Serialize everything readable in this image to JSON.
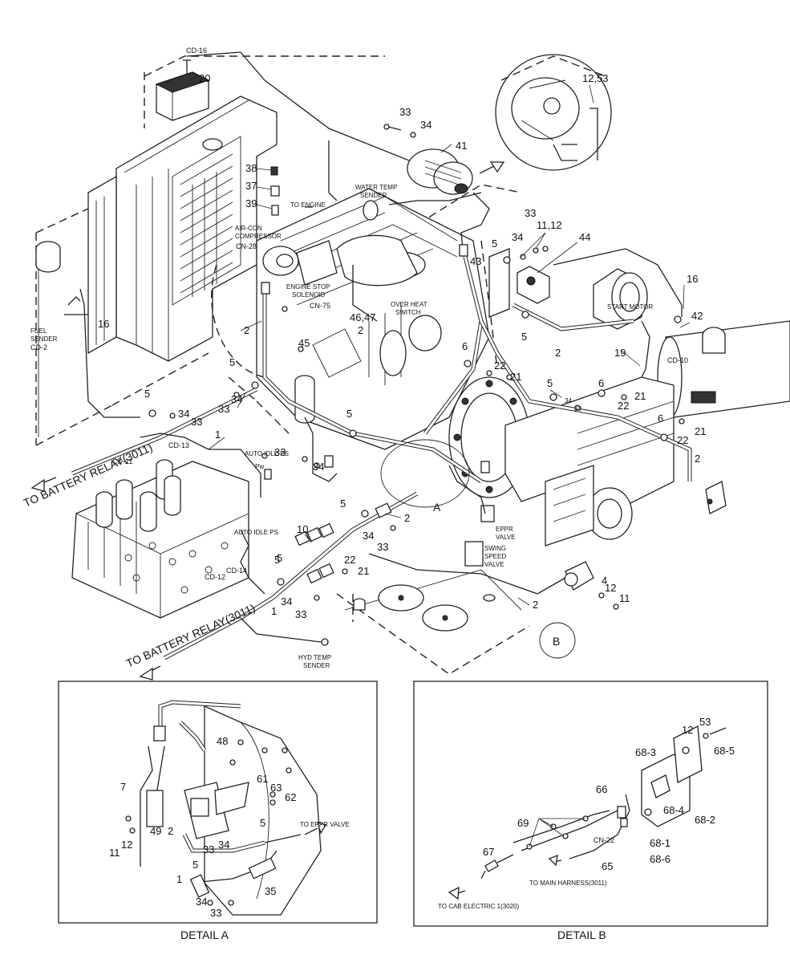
{
  "diagram": {
    "connectors": {
      "cd16": "CD-16",
      "cn28": "CN-28",
      "cn75": "CN-75",
      "cd2": "CD-2",
      "cd10": "CD-10",
      "cd13": "CD-13",
      "cd11": "CD-11",
      "cd12": "CD-12",
      "cd14": "CD-14",
      "cn22": "CN-22"
    },
    "labels": {
      "water_temp_sender_1": "WATER TEMP",
      "water_temp_sender_2": "SENDER",
      "to_engine": "TO ENGINE",
      "aircon_1": "AIR-CON",
      "aircon_2": "COMPRESSOR",
      "engine_stop_1": "ENGINE STOP",
      "engine_stop_2": "SOLENOID",
      "over_heat_1": "OVER HEAT",
      "over_heat_2": "SWITCH",
      "fuel_sender_1": "FUEL",
      "fuel_sender_2": "SENDER",
      "start_motor": "START MOTOR",
      "eppr_1": "EPPR",
      "eppr_2": "VALVE",
      "swing_1": "SWING",
      "swing_2": "SPEED",
      "swing_3": "VALVE",
      "hyd_temp_1": "HYD TEMP",
      "hyd_temp_2": "SENDER",
      "auto_idle_ps_1": "AUTO IDLE PS",
      "auto_idle_ps_2": "AUTO IDLE PS",
      "p_low": "Pw",
      "battery_relay_1": "TO BATTERY RELAY(3011)",
      "battery_relay_2": "TO BATTERY RELAY(3011)",
      "to_eppr_valve": "TO EPPR VALVE",
      "to_main_harness": "TO  MAIN HARNESS(3011)",
      "to_cab_electric": "TO  CAB ELECTRIC 1(3020)",
      "detail_a_marker": "A",
      "detail_b_marker": "B"
    },
    "part_numbers": {
      "p20": "20",
      "p12_53": "12,53",
      "p33a": "33",
      "p34a": "34",
      "p41": "41",
      "p38": "38",
      "p37": "37",
      "p39": "39",
      "p33b": "33",
      "p11_12": "11,12",
      "p5a": "5",
      "p34b": "34",
      "p44": "44",
      "p43": "43",
      "p16a": "16",
      "p16b": "16",
      "p42": "42",
      "p2a": "2",
      "p46_47": "46,47",
      "p2b": "2",
      "p45": "45",
      "p5b": "5",
      "p6a": "6",
      "p22a": "22",
      "p21a": "21",
      "p2c": "2",
      "p19": "19",
      "p5c": "5",
      "p34c": "34",
      "p33c": "33",
      "p5d": "5",
      "p34d": "34",
      "p33d": "33",
      "p5e": "5",
      "p6b": "6",
      "p22b": "22",
      "p21b": "21",
      "p5f": "5",
      "p34e": "34",
      "p33e": "33",
      "p6c": "6",
      "p22c": "22",
      "p21c": "21",
      "p2d": "2",
      "p33f": "33",
      "p34f": "34",
      "p1a": "1",
      "p2e": "2",
      "p5g": "5",
      "p10": "10",
      "p34g": "34",
      "p33g": "33",
      "p22d": "22",
      "p21d": "21",
      "p5h": "5",
      "p34h": "34",
      "p33h": "33",
      "p1b": "1",
      "p4": "4",
      "p12a": "12",
      "p11a": "11",
      "p2f": "2",
      "p5i": "5"
    },
    "detail_a": {
      "caption": "DETAIL A",
      "parts": {
        "p48": "48",
        "p7": "7",
        "p61": "61",
        "p63": "63",
        "p62": "62",
        "p49": "49",
        "p2": "2",
        "p11": "11",
        "p12": "12",
        "p33": "33",
        "p34": "34",
        "p5a": "5",
        "p5b": "5",
        "p1": "1",
        "p35": "35",
        "p34b": "34",
        "p33b": "33"
      }
    },
    "detail_b": {
      "caption": "DETAIL B",
      "parts": {
        "p53": "53",
        "p12": "12",
        "p68_3": "68-3",
        "p68_5": "68-5",
        "p66": "66",
        "p68_4": "68-4",
        "p68_2": "68-2",
        "p69": "69",
        "p68_1": "68-1",
        "p67": "67",
        "p68_6": "68-6",
        "p65": "65"
      }
    }
  }
}
